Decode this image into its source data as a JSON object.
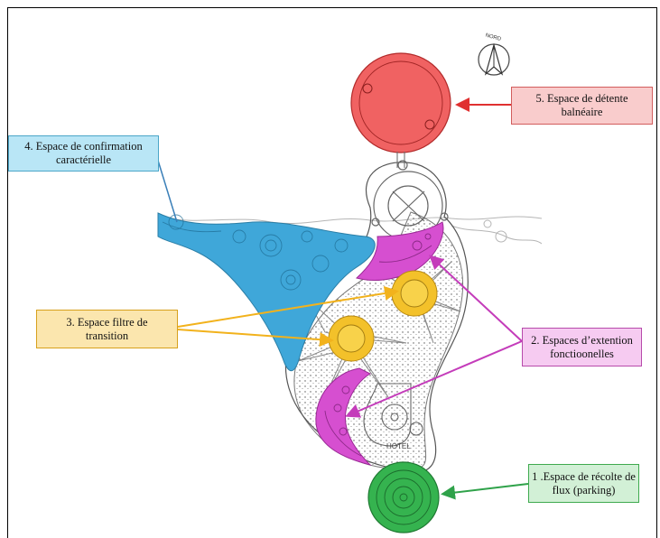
{
  "compass": {
    "label": "NORD"
  },
  "hotel_label": "HOTEL",
  "labels": {
    "l1": {
      "line1": "1 .Espace de récolte de",
      "line2": "flux (parking)",
      "color": "#2fa24a"
    },
    "l2": {
      "line1": "2. Espaces d’extention",
      "line2": "fonctioonelles",
      "color": "#c43cba"
    },
    "l3": {
      "line1": "3. Espace filtre de",
      "line2": "transition",
      "color": "#f2b21c"
    },
    "l4": {
      "line1": "4. Espace de confirmation",
      "line2": "caractérielle",
      "color": "#3fa7d9"
    },
    "l5": {
      "line1": "5. Espace de détente",
      "line2": "balnéaire",
      "color": "#e03030"
    }
  }
}
